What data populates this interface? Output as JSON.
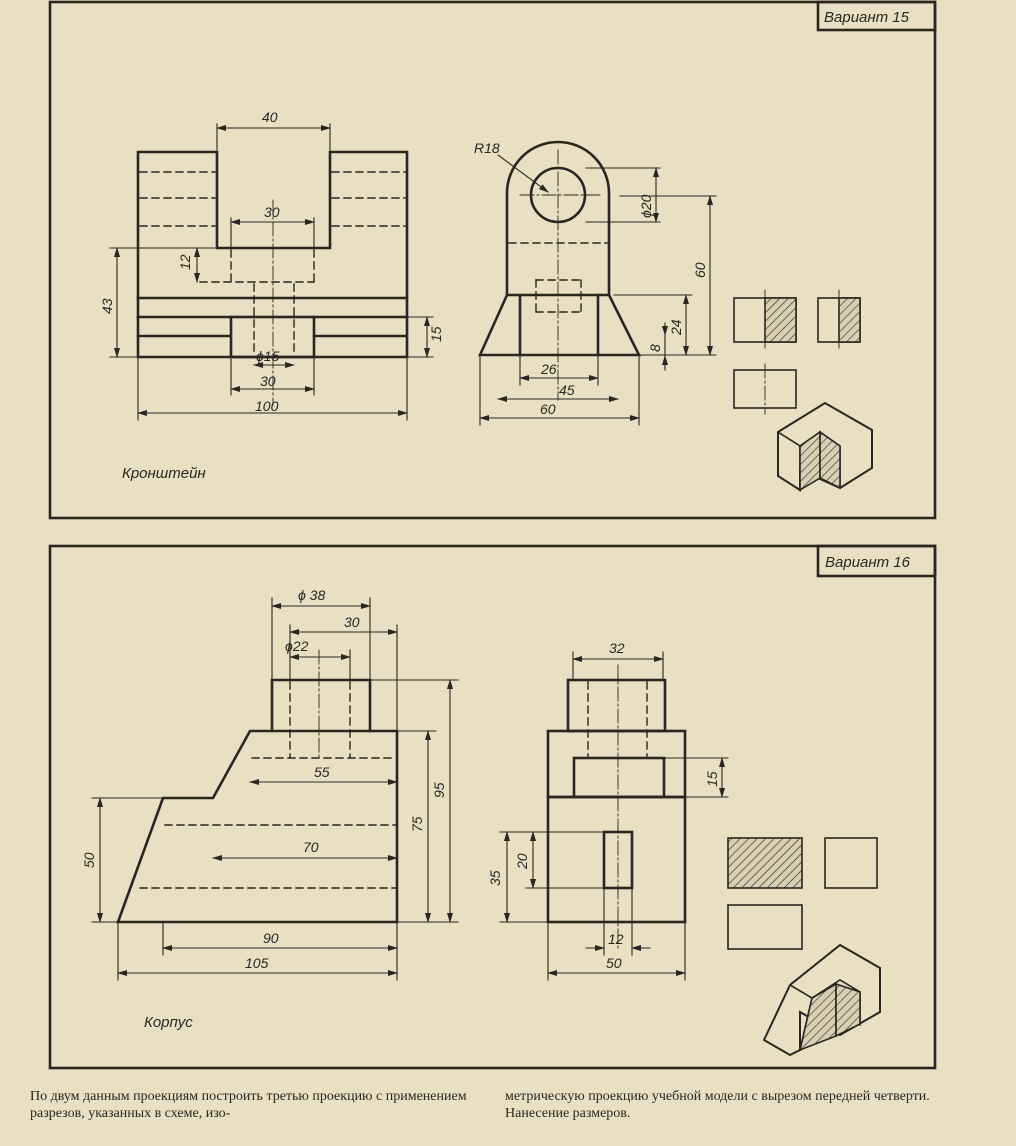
{
  "variants": [
    {
      "badge": "Вариант 15",
      "title": "Кронштейн",
      "dims": [
        "40",
        "30",
        "12",
        "43",
        "15",
        "ϕ15",
        "30",
        "100",
        "R18",
        "ϕ20",
        "60",
        "24",
        "8",
        "26",
        "45",
        "60"
      ]
    },
    {
      "badge": "Вариант 16",
      "title": "Корпус",
      "dims": [
        "ϕ 38",
        "30",
        "ϕ22",
        "55",
        "95",
        "75",
        "70",
        "50",
        "90",
        "105",
        "32",
        "15",
        "20",
        "35",
        "12",
        "50"
      ]
    }
  ],
  "caption": {
    "left": "По двум данным проекциям построить третью проекцию с применением разрезов, указанных в схеме, изо-",
    "right": "метрическую проекцию учебной модели с вырезом передней четверти. Нанесение размеров."
  },
  "colors": {
    "paper": "#e9dfc3",
    "ink": "#2a2620"
  }
}
